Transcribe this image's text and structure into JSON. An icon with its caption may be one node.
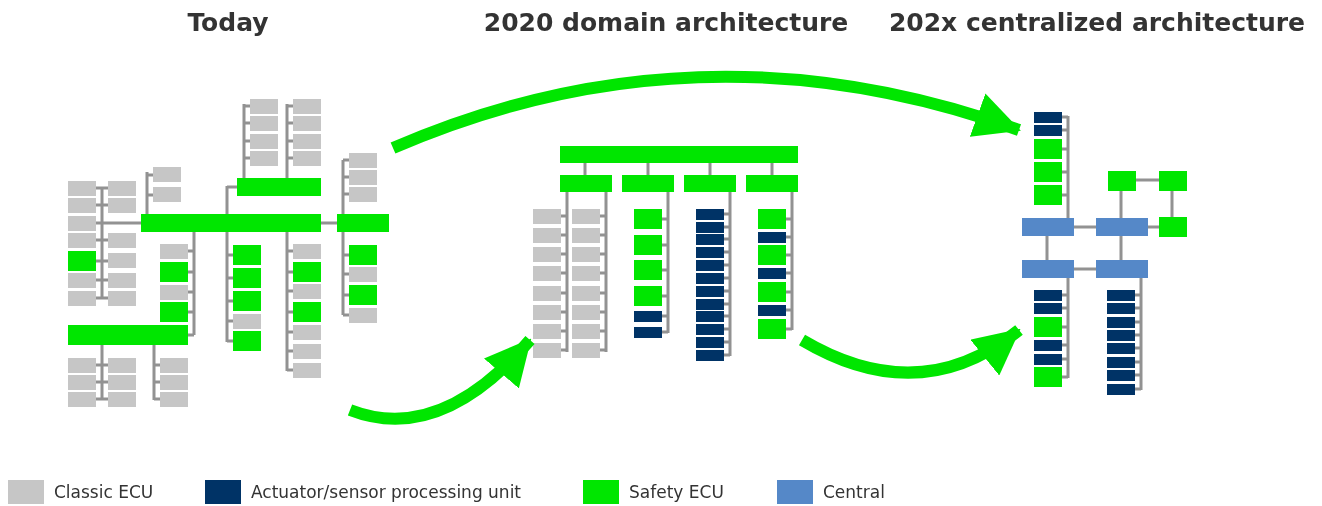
{
  "diagram": {
    "nodes": [
      {
        "text": [],
        "shape": "picture"
      },
      {
        "text": [],
        "shape": "picture"
      },
      {
        "text": [],
        "shape": "picture"
      }
    ],
    "labels": [
      "Today",
      "2020 domain architecture",
      "202x centralized architecture"
    ],
    "edges": [
      {
        "from": 0,
        "to": 2,
        "arrow": "to"
      },
      {
        "from": 0,
        "to": 1,
        "arrow": "to"
      },
      {
        "from": 1,
        "to": 2,
        "arrow": "to"
      }
    ],
    "legend": [
      {
        "text": "Classic ECU",
        "color": "#c6c6c6"
      },
      {
        "text": "Actuator/sensor processing unit",
        "color": "#003366"
      },
      {
        "text": "Safety ECU",
        "color": "#00e600"
      },
      {
        "text": "Central",
        "color": "#5588c8"
      }
    ]
  }
}
